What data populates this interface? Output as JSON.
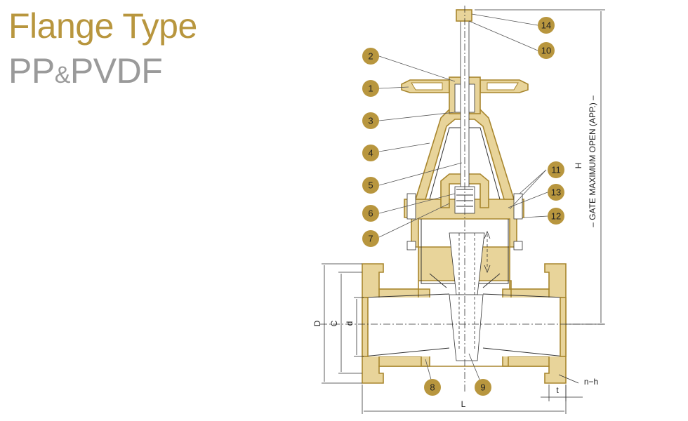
{
  "heading": {
    "line1": "Flange Type",
    "line2_a": "PP",
    "line2_amp": "&",
    "line2_b": "PVDF"
  },
  "part_numbers": [
    "1",
    "2",
    "3",
    "4",
    "5",
    "6",
    "7",
    "8",
    "9",
    "10",
    "11",
    "12",
    "13",
    "14"
  ],
  "dimension_labels": {
    "D": "D",
    "C": "C",
    "d": "d",
    "L": "L",
    "t": "t",
    "nh": "n−h",
    "H": "H",
    "gate_note": "– GATE MAXIMUM OPEN (APP.) –"
  },
  "colors": {
    "accent": "#b8963e",
    "body_fill": "#e8d49a",
    "subtitle": "#9a9a9a"
  }
}
